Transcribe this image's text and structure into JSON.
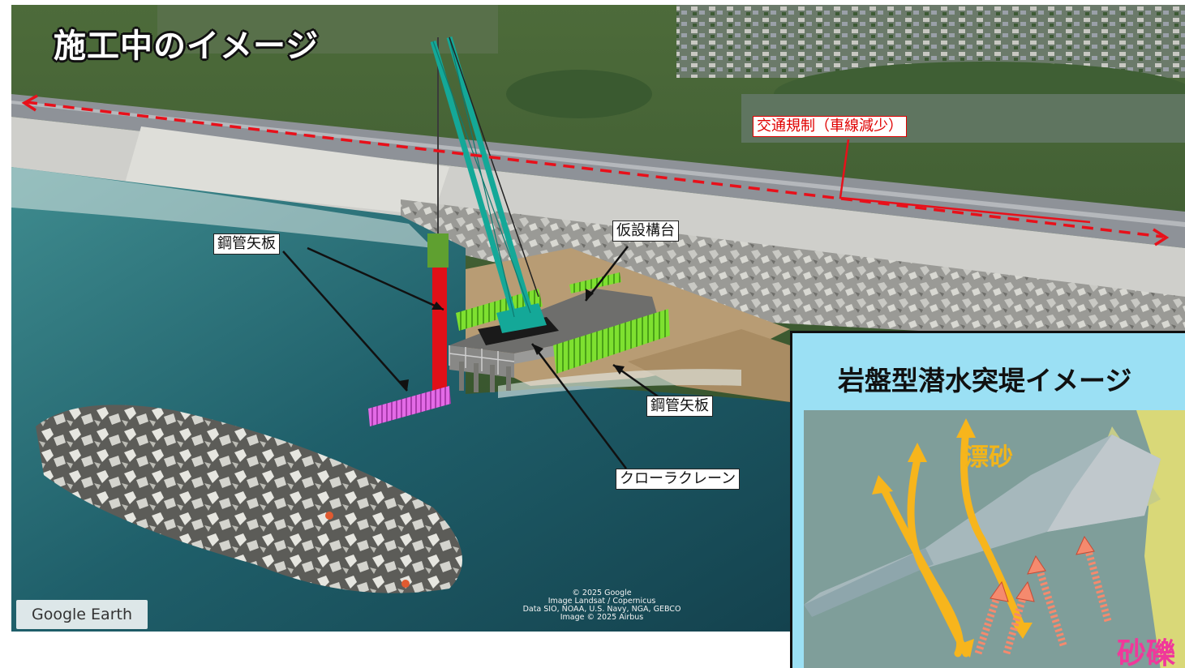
{
  "image_title": "施工中のイメージ",
  "labels": {
    "steel_pipe_sheet_pile_1": "鋼管矢板",
    "steel_pipe_sheet_pile_2": "鋼管矢板",
    "temporary_platform": "仮設構台",
    "crawler_crane": "クローラクレーン",
    "traffic_regulation": "交通規制（車線減少）"
  },
  "inset": {
    "title": "岩盤型潜水突堤イメージ",
    "drift_sand": "漂砂",
    "gravel": "砂礫"
  },
  "watermark": "Google Earth",
  "credits": {
    "line1": "© 2025 Google",
    "line2": "Image Landsat / Copernicus",
    "line3": "Data SIO, NOAA, U.S. Navy, NGA, GEBCO",
    "line4": "Image © 2025 Airbus"
  },
  "colors": {
    "traffic_line": "#e8101a",
    "crane": "#14a898",
    "red_pile": "#e01018",
    "green_pile": "#7ee030",
    "magenta_pile": "#e050e0",
    "inset_bg": "#9be0f4",
    "drift_arrow": "#f7b51c",
    "gravel_arrow": "#f58a6e"
  }
}
